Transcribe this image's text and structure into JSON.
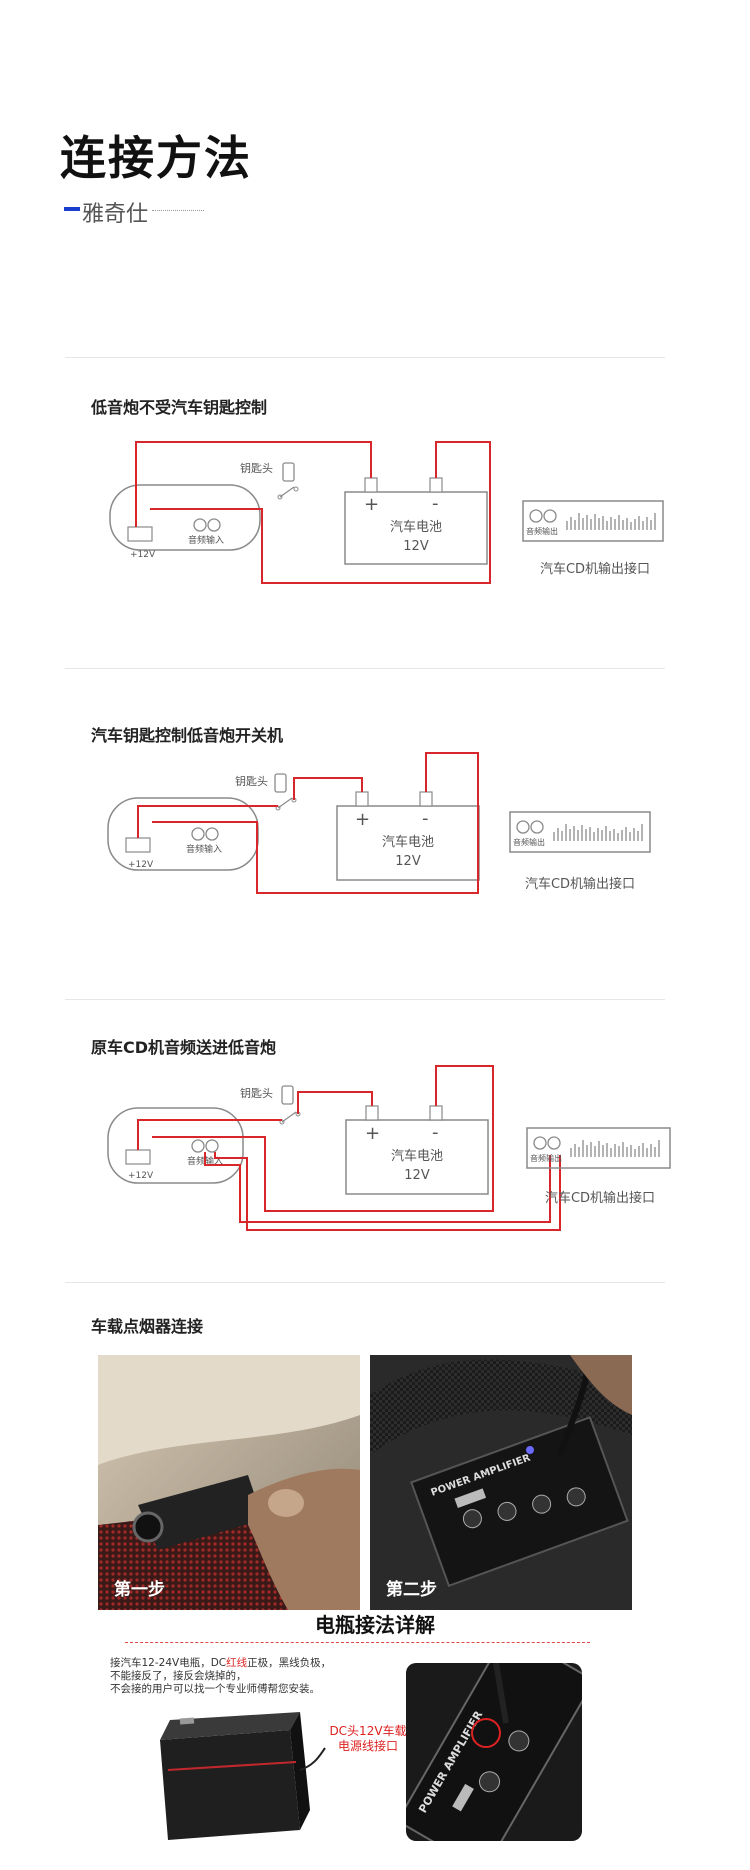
{
  "header": {
    "title": "连接方法",
    "brand": "雅奇仕"
  },
  "sections": [
    {
      "title": "低音炮不受汽车钥匙控制"
    },
    {
      "title": "汽车钥匙控制低音炮开关机"
    },
    {
      "title": "原车CD机音频送进低音炮"
    },
    {
      "title": "车载点烟器连接"
    }
  ],
  "diagram_labels": {
    "key": "钥匙头",
    "battery": "汽车电池",
    "voltage": "12V",
    "plus": "+",
    "minus": "-",
    "amp_power": "+12V",
    "audio_in": "音频输入",
    "audio_out": "音频输出",
    "cd_output": "汽车CD机输出接口"
  },
  "photos": {
    "step1": "第一步",
    "step2": "第二步",
    "panel_text": "POWER AMPLIFIER"
  },
  "detail": {
    "title": "电瓶接法详解",
    "line1_a": "接汽车12-24V电瓶，DC",
    "line1_red": "红线",
    "line1_b": "正极，黑线负极，",
    "line2": "不能接反了，接反会烧掉的，",
    "line3": "不会接的用户可以找一个专业师傅帮您安装。",
    "dc_line1": "DC头12V车载",
    "dc_line2": "电源线接口"
  },
  "colors": {
    "wire": "#d9262b",
    "outline": "#8a8a8a",
    "brand_accent": "#1a3fcc"
  }
}
